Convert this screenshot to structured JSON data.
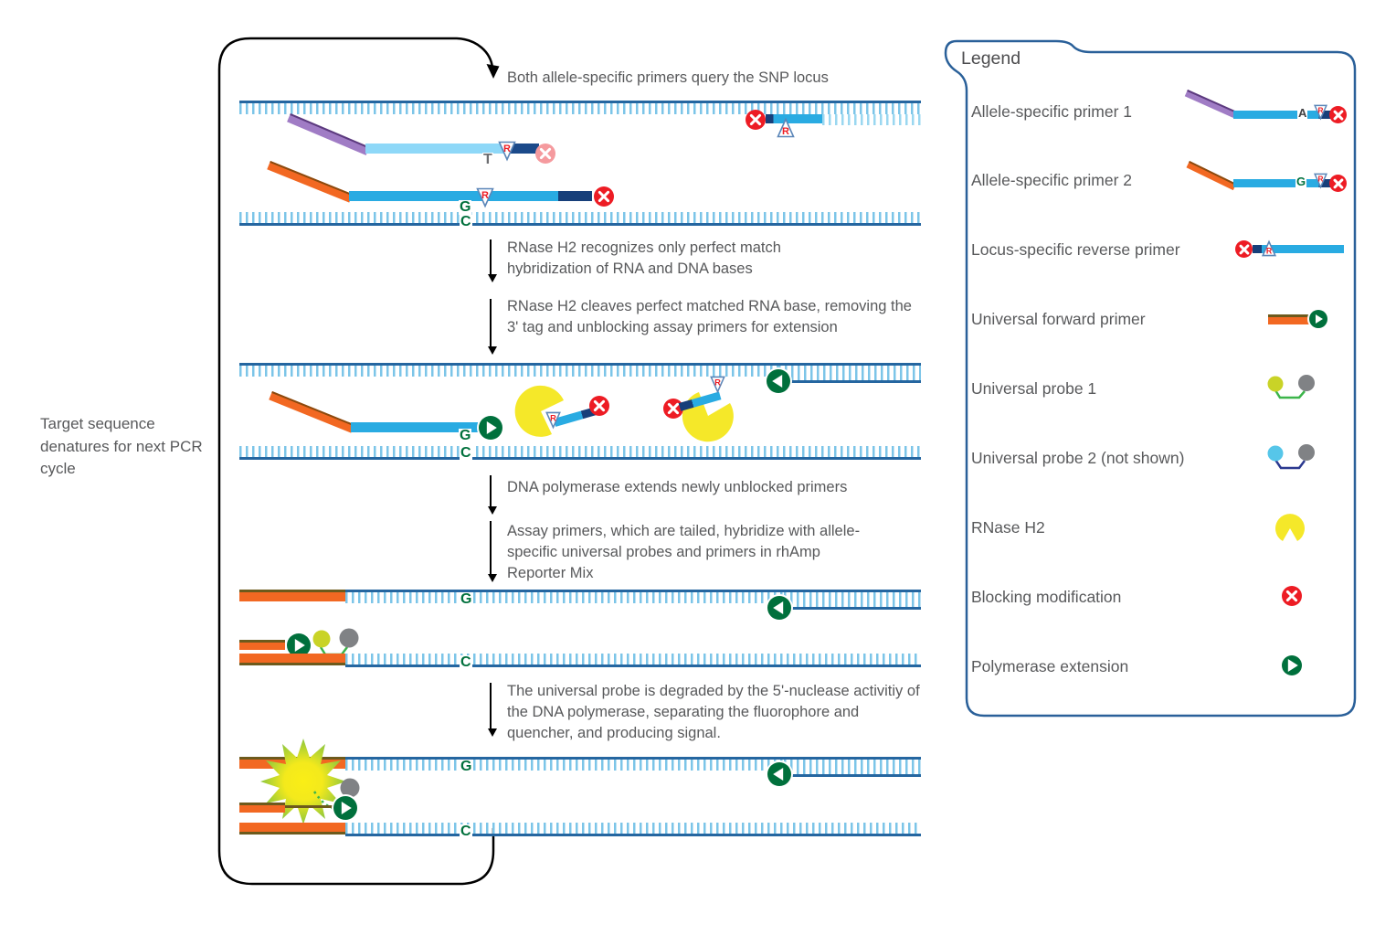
{
  "colors": {
    "strand_line": "#2566a0",
    "strand_ticks": "#7cc5e8",
    "primer_blue": "#29abe2",
    "primer_light_blue": "#8ed8f8",
    "tail_purple": "#a07cc5",
    "tail_orange": "#f26822",
    "rnase_yellow": "#f5e829",
    "blocker_red": "#ed1c24",
    "extension_green": "#00703c",
    "probe_connector_green": "#3cb54a",
    "quencher_gray": "#808285",
    "fluorophore_olive": "#c9d327",
    "probe2_cyan": "#56c6e9",
    "probe2_connector_blue": "#2b3990",
    "legend_border": "#2a6099",
    "text": "#58595b"
  },
  "cycle_label": "Target sequence denatures for next PCR cycle",
  "steps": {
    "query": "Both allele-specific primers query the SNP locus",
    "recognize": "RNase H2 recognizes only perfect match hybridization of RNA and DNA bases",
    "cleave": "RNase H2 cleaves perfect matched RNA base, removing the 3' tag and unblocking assay primers for extension",
    "extend": "DNA polymerase extends newly unblocked primers",
    "hybridize": "Assay primers, which are tailed, hybridize with allele-specific universal probes and primers in rhAmp Reporter Mix",
    "signal": "The universal probe is degraded by the 5'-nuclease activitiy of the DNA polymerase, separating the fluorophore and quencher, and producing signal."
  },
  "bases": {
    "t": "T",
    "g": "G",
    "c": "C",
    "a": "A",
    "rna_base": "R"
  },
  "legend": {
    "title": "Legend",
    "items": [
      {
        "label": "Allele-specific primer 1",
        "icon": "allele-specific-primer-1-icon"
      },
      {
        "label": "Allele-specific primer 2",
        "icon": "allele-specific-primer-2-icon"
      },
      {
        "label": "Locus-specific reverse primer",
        "icon": "locus-specific-reverse-primer-icon"
      },
      {
        "label": "Universal forward primer",
        "icon": "universal-forward-primer-icon"
      },
      {
        "label": "Universal probe 1",
        "icon": "universal-probe-1-icon"
      },
      {
        "label": "Universal probe 2 (not shown)",
        "icon": "universal-probe-2-icon"
      },
      {
        "label": "RNase H2",
        "icon": "rnase-h2-icon"
      },
      {
        "label": "Blocking modification",
        "icon": "blocking-modification-icon"
      },
      {
        "label": "Polymerase extension",
        "icon": "polymerase-extension-icon"
      }
    ]
  }
}
